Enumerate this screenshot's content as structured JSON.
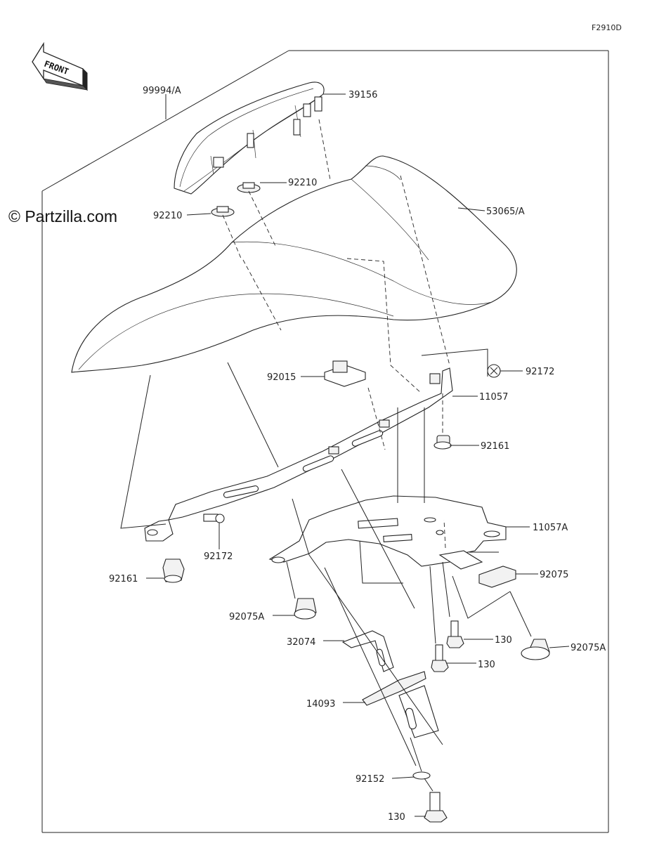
{
  "diagram_code": "F2910D",
  "watermark": "© Partzilla.com",
  "front_arrow": {
    "text": "FRONT"
  },
  "callouts": [
    {
      "id": "99994-A",
      "label": "99994/A"
    },
    {
      "id": "39156",
      "label": "39156"
    },
    {
      "id": "92210-upper",
      "label": "92210"
    },
    {
      "id": "92210-left",
      "label": "92210"
    },
    {
      "id": "53065-A",
      "label": "53065/A"
    },
    {
      "id": "92015",
      "label": "92015"
    },
    {
      "id": "92172-right",
      "label": "92172"
    },
    {
      "id": "11057",
      "label": "11057"
    },
    {
      "id": "92161-right",
      "label": "92161"
    },
    {
      "id": "11057A",
      "label": "11057A"
    },
    {
      "id": "92172-left",
      "label": "92172"
    },
    {
      "id": "92161-left",
      "label": "92161"
    },
    {
      "id": "92075",
      "label": "92075"
    },
    {
      "id": "92075A-left",
      "label": "92075A"
    },
    {
      "id": "32074",
      "label": "32074"
    },
    {
      "id": "130-upper",
      "label": "130"
    },
    {
      "id": "130-middle",
      "label": "130"
    },
    {
      "id": "92075A-right",
      "label": "92075A"
    },
    {
      "id": "14093",
      "label": "14093"
    },
    {
      "id": "92152",
      "label": "92152"
    },
    {
      "id": "130-bottom",
      "label": "130"
    }
  ]
}
